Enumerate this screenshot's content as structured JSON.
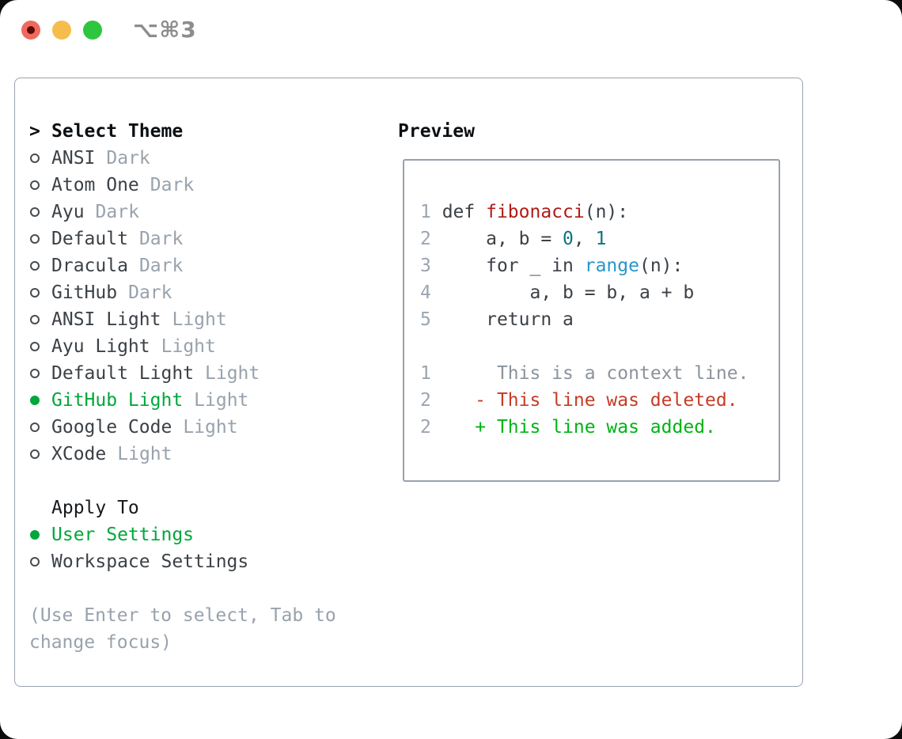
{
  "window": {
    "title": "⌥⌘3",
    "controls": [
      "close-button",
      "minimize-button",
      "zoom-button"
    ]
  },
  "theme_list": {
    "header_prefix": ">",
    "header": "Select Theme",
    "items": [
      {
        "name": "ANSI",
        "variant": "Dark",
        "selected": false
      },
      {
        "name": "Atom One",
        "variant": "Dark",
        "selected": false
      },
      {
        "name": "Ayu",
        "variant": "Dark",
        "selected": false
      },
      {
        "name": "Default",
        "variant": "Dark",
        "selected": false
      },
      {
        "name": "Dracula",
        "variant": "Dark",
        "selected": false
      },
      {
        "name": "GitHub",
        "variant": "Dark",
        "selected": false
      },
      {
        "name": "ANSI Light",
        "variant": "Light",
        "selected": false
      },
      {
        "name": "Ayu Light",
        "variant": "Light",
        "selected": false
      },
      {
        "name": "Default Light",
        "variant": "Light",
        "selected": false
      },
      {
        "name": "GitHub Light",
        "variant": "Light",
        "selected": true
      },
      {
        "name": "Google Code",
        "variant": "Light",
        "selected": false
      },
      {
        "name": "XCode",
        "variant": "Light",
        "selected": false
      }
    ]
  },
  "apply_to": {
    "header": "Apply To",
    "options": [
      {
        "name": "User Settings",
        "selected": true
      },
      {
        "name": "Workspace Settings",
        "selected": false
      }
    ]
  },
  "hint": {
    "line1": "(Use Enter to select, Tab to",
    "line2": "change focus)"
  },
  "preview": {
    "header": "Preview",
    "code": [
      [
        "1 ",
        "def ",
        "fibonacci",
        "(n):"
      ],
      [
        "2 ",
        "    a, b = ",
        "0",
        ", ",
        "1"
      ],
      [
        "3 ",
        "    for _ in ",
        "range",
        "(n):"
      ],
      [
        "4 ",
        "        a, b = b, a + b"
      ],
      [
        "5 ",
        "    return a"
      ]
    ],
    "diff": [
      [
        "1",
        "      ",
        "This is a context line."
      ],
      [
        "2",
        "    ",
        "- This line was deleted."
      ],
      [
        "2",
        "    ",
        "+ This line was added."
      ]
    ]
  },
  "colors": {
    "selection_green": "#00a73c",
    "diff_added_green": "#00b315",
    "diff_deleted_red": "#c63b24",
    "function_red": "#b01b17",
    "number_teal": "#0d7480",
    "builtin_blue": "#2797c8",
    "muted_gray": "#98a2ad",
    "ink": "#3b4147",
    "border_gray": "#9ba3ad",
    "traffic_red": "#ee6a5f",
    "traffic_yellow": "#f5bd4c",
    "traffic_green": "#2ec63f"
  }
}
